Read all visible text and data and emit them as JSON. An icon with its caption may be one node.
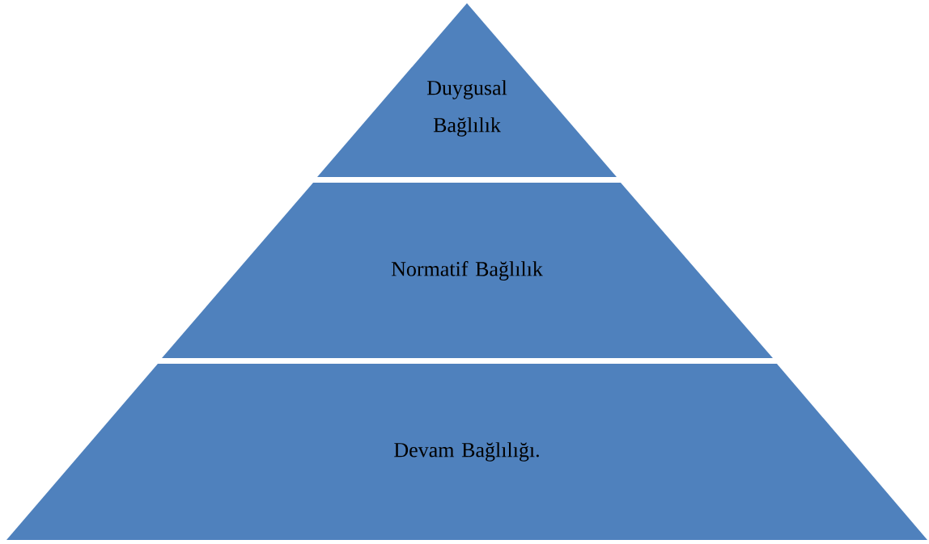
{
  "diagram": {
    "nodes": [
      {
        "text": [
          "Duygusal Bağlılık"
        ]
      },
      {
        "text": [
          "Normatif Bağlılık"
        ]
      },
      {
        "text": [
          "Devam Bağlılığı."
        ]
      }
    ]
  }
}
